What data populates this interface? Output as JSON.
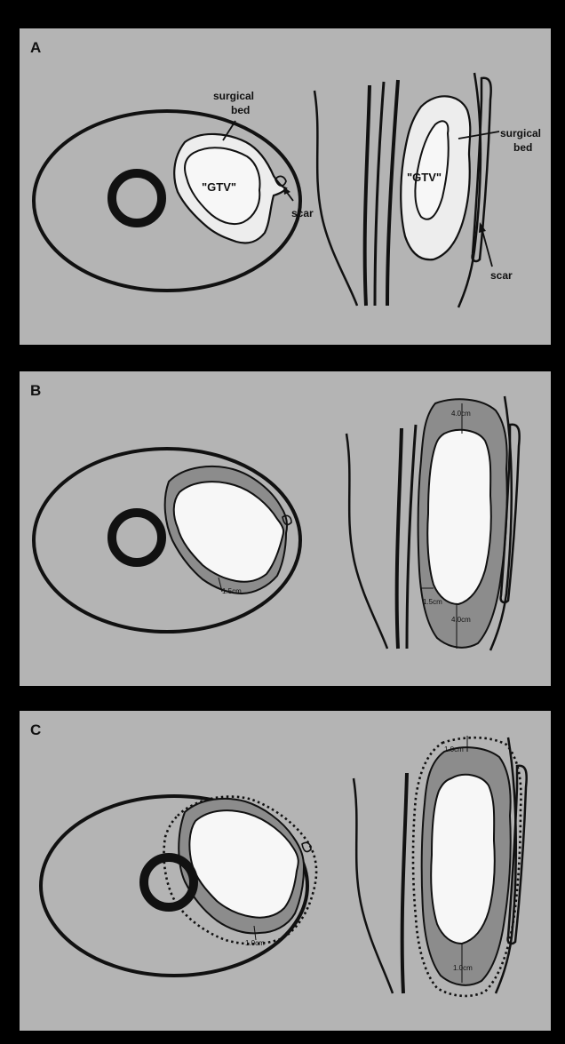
{
  "panels": [
    {
      "letter": "A",
      "labels": {
        "surgical_bed_axial_line1": "surgical",
        "surgical_bed_axial_line2": "bed",
        "gtv_axial": "\"GTV\"",
        "scar_axial": "scar",
        "gtv_sagittal": "\"GTV\"",
        "surgical_bed_sagittal_line1": "surgical",
        "surgical_bed_sagittal_line2": "bed",
        "scar_sagittal": "scar"
      }
    },
    {
      "letter": "B",
      "measurements": {
        "axial_margin": "1.5cm",
        "sagittal_top": "4.0cm",
        "sagittal_side": "1.5cm",
        "sagittal_bottom": "4.0cm"
      }
    },
    {
      "letter": "C",
      "measurements": {
        "axial_margin": "1.0cm",
        "sagittal_top": "1.0cm",
        "sagittal_bottom": "1.0cm"
      }
    }
  ],
  "colors": {
    "panel_background": "#b4b4b4",
    "frame": "#000000",
    "outline": "#111111",
    "gtv_fill": "#f7f7f7",
    "margin_fill": "#8c8c8c",
    "bed_fill": "#ededed"
  }
}
